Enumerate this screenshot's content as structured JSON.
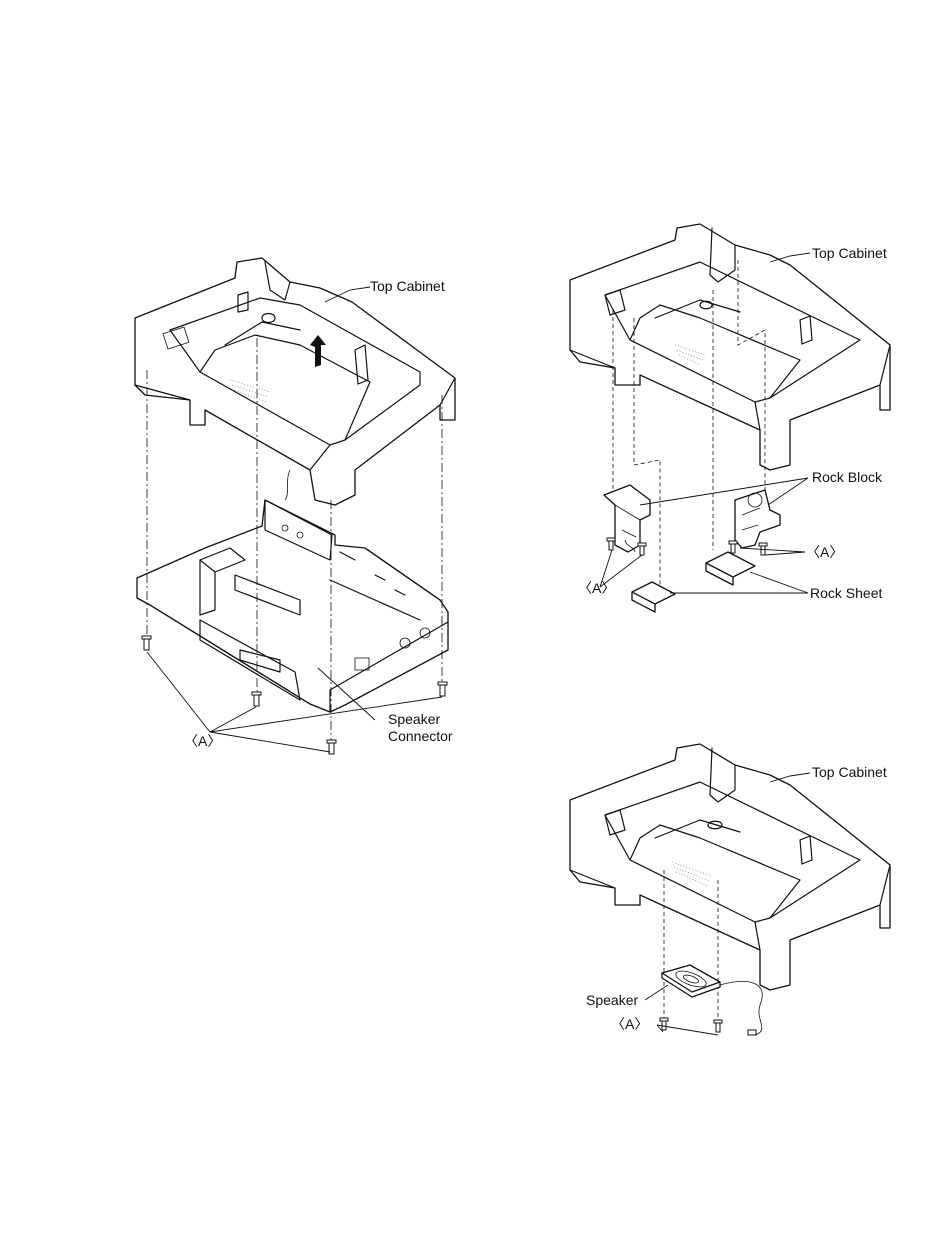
{
  "left_figure": {
    "top_cabinet_label": "Top Cabinet",
    "speaker_connector_label_line1": "Speaker",
    "speaker_connector_label_line2": "Connector",
    "screw_label": "〈A〉"
  },
  "right_top_figure": {
    "top_cabinet_label": "Top Cabinet",
    "rock_block_label": "Rock Block",
    "rock_sheet_label": "Rock Sheet",
    "screw_label_right": "〈A〉",
    "screw_label_left": "〈A〉"
  },
  "right_bottom_figure": {
    "top_cabinet_label": "Top Cabinet",
    "speaker_label": "Speaker",
    "screw_label": "〈A〉"
  }
}
